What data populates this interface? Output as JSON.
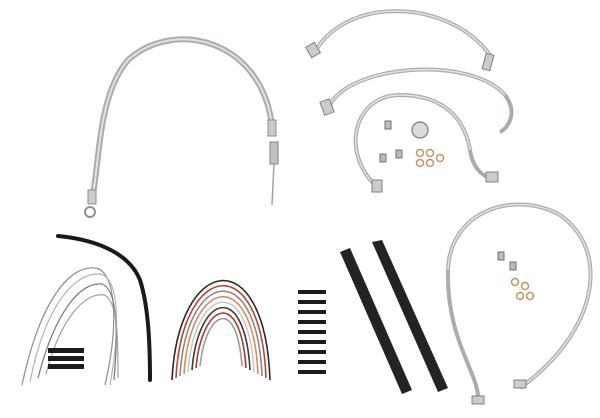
{
  "image": {
    "kind": "product-photo",
    "background": "#ffffff",
    "components": [
      {
        "name": "clutch-cable",
        "icon": "braided-cable-icon",
        "color": "#b9bcc0"
      },
      {
        "name": "upper-brake-line",
        "icon": "brake-line-icon",
        "color": "#b9bcc0"
      },
      {
        "name": "lower-brake-line",
        "icon": "brake-line-icon",
        "color": "#b9bcc0"
      },
      {
        "name": "hardware-banjo-washers",
        "icon": "washer-icon",
        "color": "#d6a77a"
      },
      {
        "name": "heat-shrink-tube",
        "icon": "tube-icon",
        "color": "#1a1a1a"
      },
      {
        "name": "extension-wires-gray",
        "icon": "wire-icon",
        "color": "#9a9a9a"
      },
      {
        "name": "extension-wires-color",
        "icon": "wire-icon",
        "color": "#c8402e"
      },
      {
        "name": "heat-shrink-pieces",
        "icon": "tube-icon",
        "color": "#1c1c1c"
      },
      {
        "name": "rubber-sleeves",
        "icon": "sleeve-icon",
        "color": "#232323"
      },
      {
        "name": "throttle-cable-line",
        "icon": "braided-cable-icon",
        "color": "#b9bcc0"
      }
    ]
  }
}
